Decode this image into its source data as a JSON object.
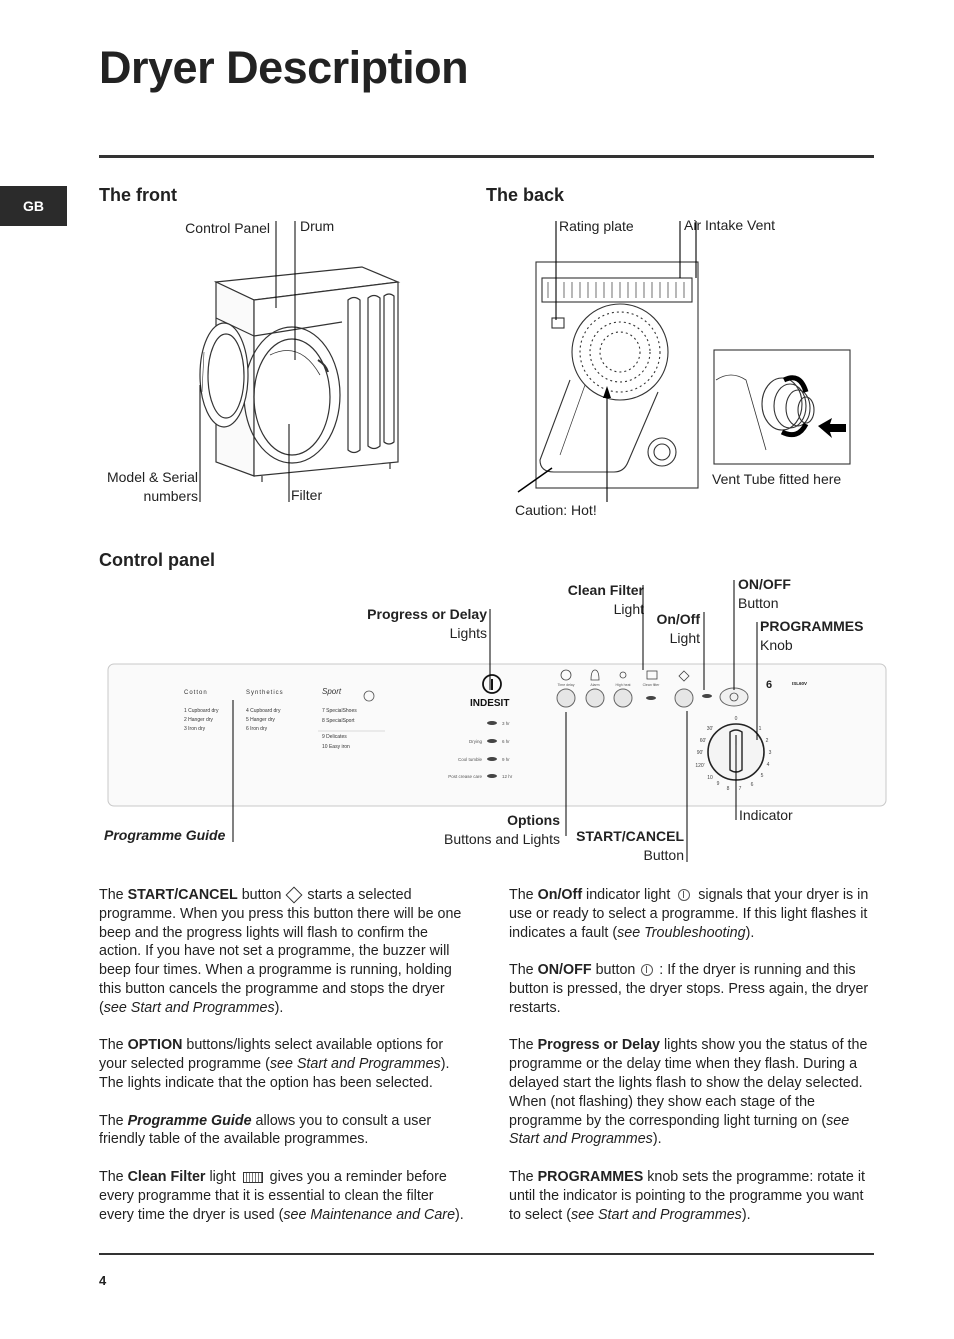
{
  "page": {
    "title": "Dryer Description",
    "language_tab": "GB",
    "page_number": "4"
  },
  "front": {
    "heading": "The front",
    "labels": {
      "control_panel": "Control Panel",
      "drum": "Drum",
      "model_serial": [
        "Model & Serial",
        "numbers"
      ],
      "filter": "Filter"
    }
  },
  "back": {
    "heading": "The back",
    "labels": {
      "rating_plate": "Rating plate",
      "air_intake": "Air Intake Vent",
      "vent_tube": "Vent Tube fitted here",
      "caution": "Caution: Hot!"
    }
  },
  "control_panel": {
    "heading": "Control panel",
    "callouts": {
      "progress_title": "Progress or Delay",
      "progress_sub": "Lights",
      "clean_filter_title": "Clean Filter",
      "clean_filter_sub": "Light",
      "onoff_light_title": "On/Off",
      "onoff_light_sub": "Light",
      "onoff_button_title": "ON/OFF",
      "onoff_button_sub": "Button",
      "programmes_title": "PROGRAMMES",
      "programmes_sub": "Knob",
      "programme_guide": "Programme Guide",
      "options_title": "Options",
      "options_sub": "Buttons and Lights",
      "start_cancel_title": "START/CANCEL",
      "start_cancel_sub": "Button",
      "indicator": "Indicator"
    },
    "panel": {
      "brand": "INDESIT",
      "model": "ISL60V",
      "cotton": "Cotton",
      "synthetics": "Synthetics",
      "sport": "Sport",
      "cotton_items": [
        "1  Cupboard dry",
        "2  Hanger dry",
        "3  Iron dry"
      ],
      "synthetics_items": [
        "4  Cupboard dry",
        "5  Hanger dry",
        "6  Iron dry"
      ],
      "sport_items": [
        "7  SpecialShoes",
        "8  SpecialSport"
      ],
      "extra_items": [
        "9   Delicates",
        "10  Easy iron"
      ],
      "progress_labels": [
        "Drying",
        "Cool tumble",
        "Post crease care"
      ],
      "delay_labels": [
        "3 hr",
        "6 hr",
        "9 hr",
        "12 hr"
      ],
      "option_labels": [
        "Time delay",
        "Alarm",
        "High heat",
        "Clean filter"
      ],
      "knob_numbers": [
        "0",
        "1",
        "2",
        "3",
        "4",
        "5",
        "6",
        "7",
        "8",
        "9",
        "10"
      ],
      "knob_times": [
        "30'",
        "60'",
        "90'",
        "120'"
      ]
    }
  },
  "body_left": {
    "start_cancel": {
      "pre": "The ",
      "bold": "START/CANCEL",
      "mid": " button ",
      "rest": " starts a selected programme. When you press this button there will be one beep and the progress lights will flash to confirm the action. If you have not set a programme, the buzzer will beep four times. When a programme is running, holding this button cancels the programme and stops the dryer (",
      "ital": "see Start and Programmes",
      "end": ")."
    },
    "option": {
      "pre": "The ",
      "bold": "OPTION",
      "rest": " buttons/lights select available options for your selected programme (",
      "ital": "see Start and Programmes",
      "end": "). The lights indicate that the option has been selected."
    },
    "guide": {
      "pre": "The ",
      "bold": "Programme Guide",
      "rest": " allows you to consult a user friendly table of the available programmes."
    },
    "clean_filter": {
      "pre": "The ",
      "bold": "Clean Filter",
      "mid": " light ",
      "rest": " gives you a reminder before every programme that it is essential to clean the filter every time the dryer is used (",
      "ital": "see Maintenance and Care",
      "end": ")."
    }
  },
  "body_right": {
    "onoff_light": {
      "pre": "The ",
      "bold": "On/Off",
      "mid": " indicator light ",
      "rest": " signals that your dryer is in use or ready to select a programme. If this light flashes it indicates a fault (",
      "ital": "see Troubleshooting",
      "end": ")."
    },
    "onoff_button": {
      "pre": "The ",
      "bold": "ON/OFF",
      "mid": " button ",
      "rest": " : If the dryer is running and this button is pressed, the dryer stops. Press again, the dryer restarts."
    },
    "progress": {
      "pre": "The ",
      "bold": "Progress or Delay",
      "rest": " lights show you the status of the programme or the delay time when they flash. During a delayed start the lights flash to show the delay selected. When (not flashing) they show each stage of the programme by the corresponding light turning on (",
      "ital": "see Start and Programmes",
      "end": ")."
    },
    "programmes": {
      "pre": "The ",
      "bold": "PROGRAMMES",
      "rest": " knob sets the programme: rotate it until the indicator is pointing to the programme you want to select (",
      "ital": "see Start and Programmes",
      "end": ")."
    }
  }
}
